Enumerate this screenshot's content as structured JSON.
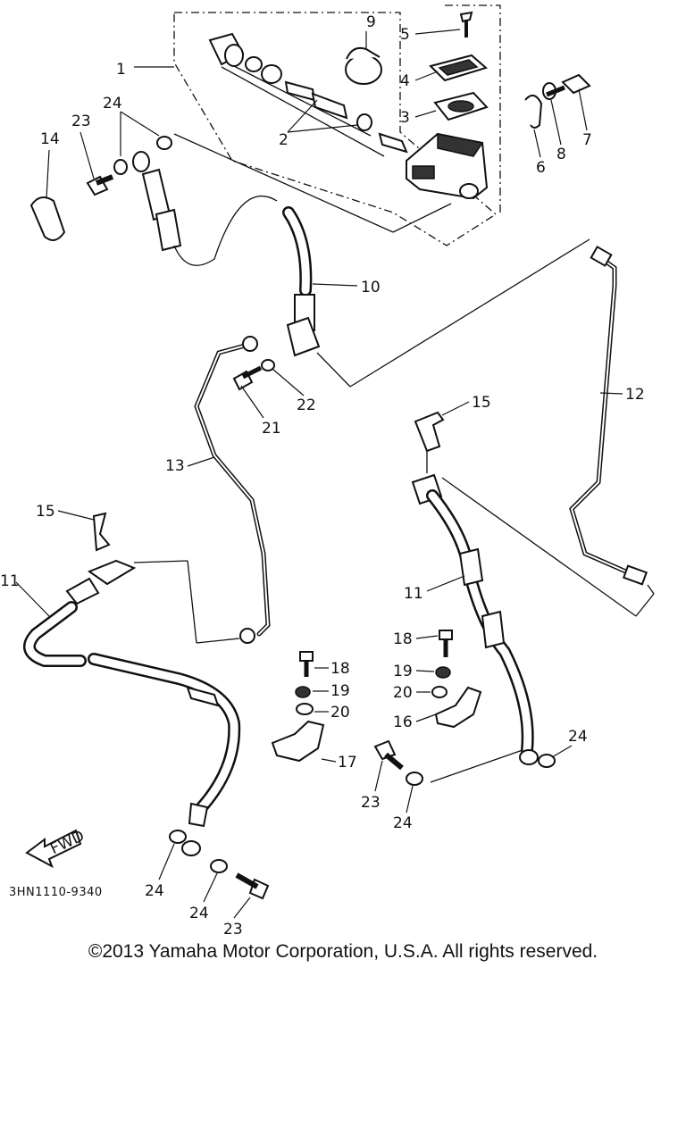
{
  "diagram": {
    "labels": {
      "l1": "1",
      "l2": "2",
      "l3": "3",
      "l4": "4",
      "l5": "5",
      "l6": "6",
      "l7": "7",
      "l8": "8",
      "l9": "9",
      "l10": "10",
      "l11a": "11",
      "l11b": "11",
      "l12": "12",
      "l13": "13",
      "l14": "14",
      "l15a": "15",
      "l15b": "15",
      "l16": "16",
      "l17": "17",
      "l18a": "18",
      "l18b": "18",
      "l19a": "19",
      "l19b": "19",
      "l20a": "20",
      "l20b": "20",
      "l21": "21",
      "l22": "22",
      "l23a": "23",
      "l23b": "23",
      "l23c": "23",
      "l24a": "24",
      "l24b": "24",
      "l24c": "24",
      "l24d": "24",
      "l24e": "24"
    },
    "fwd_label": "FWD",
    "drawing_code": "3HN1110-9340"
  },
  "copyright": "©2013 Yamaha Motor Corporation, U.S.A. All rights reserved."
}
